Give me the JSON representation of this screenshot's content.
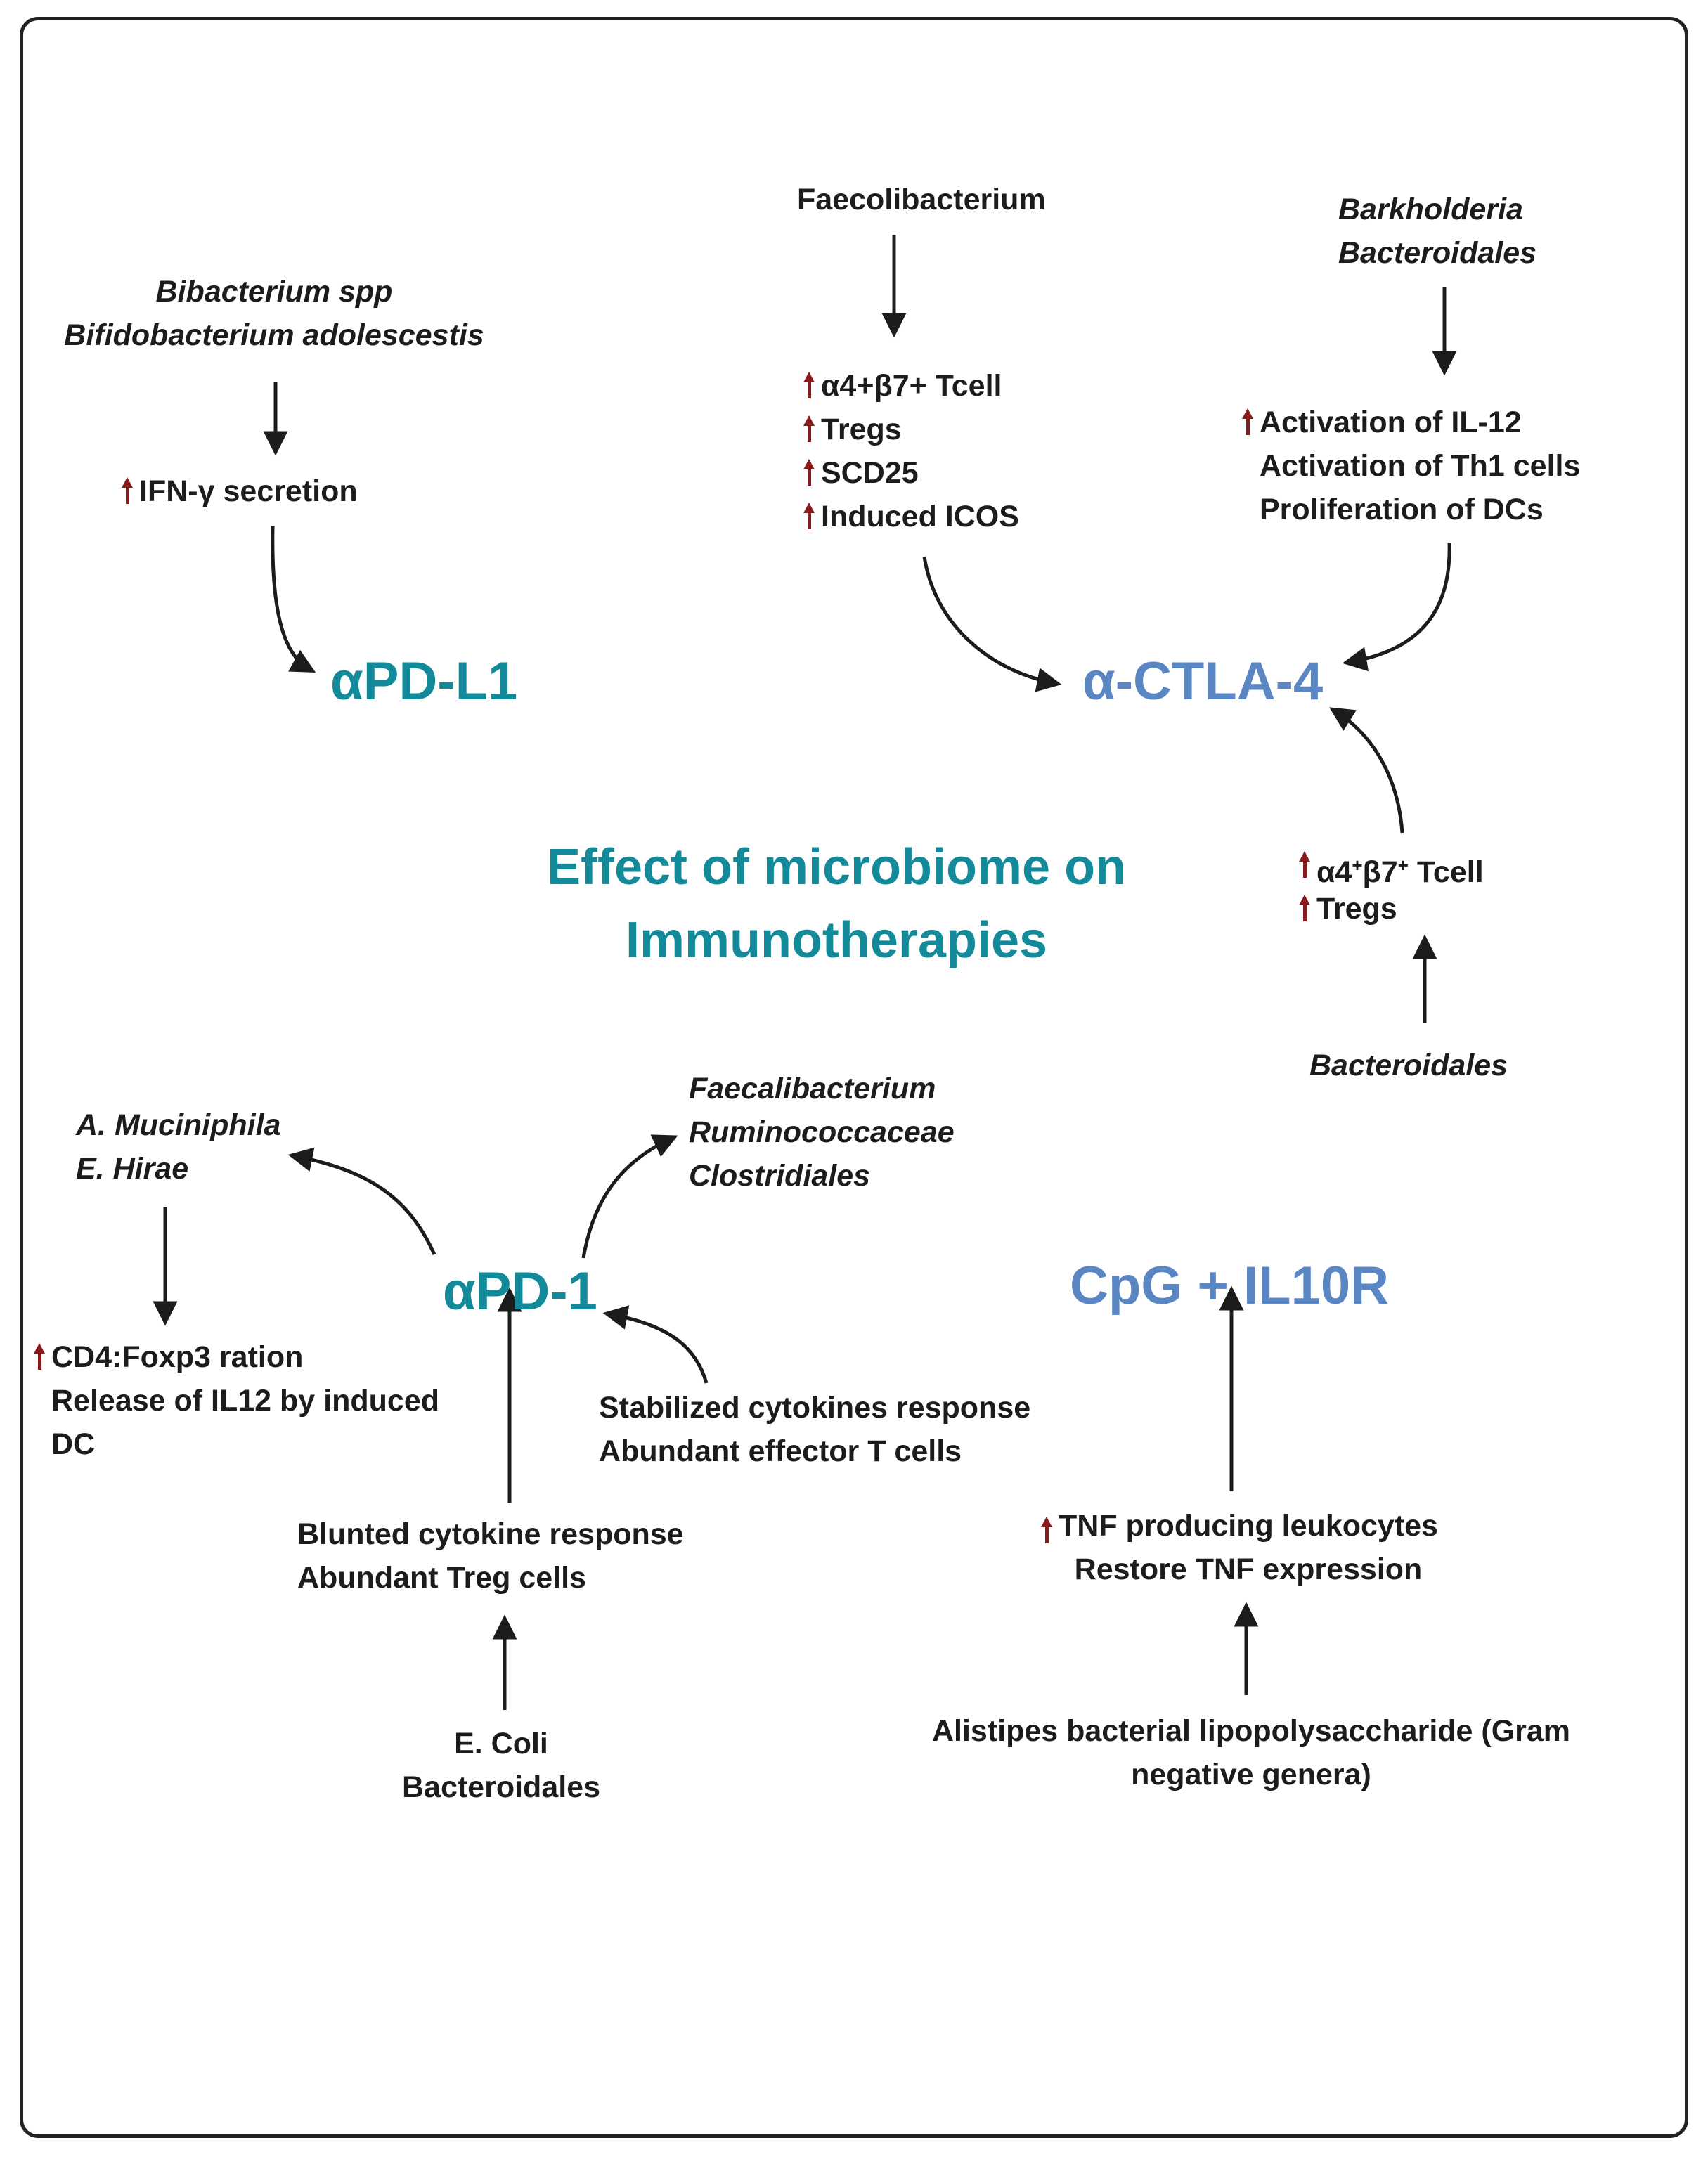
{
  "title": {
    "line1": "Effect of microbiome on",
    "line2": "Immunotherapies"
  },
  "targets": {
    "pdl1": "αPD-L1",
    "ctla4": "α-CTLA-4",
    "pd1": "αPD-1",
    "cpg": "CpG + IL10R"
  },
  "pdl1": {
    "bacteria": [
      "Bibacterium spp",
      "Bifidobacterium adolescestis"
    ],
    "effects": [
      "IFN-γ secretion"
    ]
  },
  "ctla4": {
    "group1_bacteria": [
      "Faecolibacterium"
    ],
    "group1_effects": [
      "α4+β7+ Tcell",
      "Tregs",
      "SCD25",
      "Induced ICOS"
    ],
    "group2_bacteria": [
      "Barkholderia",
      "Bacteroidales"
    ],
    "group2_effects": [
      "Activation of IL-12",
      "Activation of Th1 cells",
      "Proliferation of DCs"
    ],
    "group3_effects": {
      "line1_a": "α4",
      "line1_sup1": "+",
      "line1_b": "β7",
      "line1_sup2": "+",
      "line1_c": " Tcell",
      "line2": "Tregs"
    },
    "group3_bacteria": [
      "Bacteroidales"
    ]
  },
  "pd1": {
    "bacteria_left": [
      "A. Muciniphila",
      "E. Hirae"
    ],
    "effects_left": [
      "CD4:Foxp3 ration",
      "Release of IL12 by induced",
      "DC"
    ],
    "bacteria_right": [
      "Faecalibacterium",
      "Ruminococcaceae",
      "Clostridiales"
    ],
    "stabilized": [
      "Stabilized cytokines response",
      "Abundant effector T cells"
    ],
    "blunted": [
      "Blunted cytokine response",
      "Abundant Treg cells"
    ],
    "bacteria_bottom": [
      "E. Coli",
      "Bacteroidales"
    ]
  },
  "cpg": {
    "effects": [
      "TNF producing leukocytes",
      "Restore TNF expression"
    ],
    "bacteria": [
      "Alistipes bacterial lipopolysaccharide (Gram",
      "negative genera)"
    ]
  },
  "colors": {
    "teal": "#138a99",
    "blue": "#5b86c4",
    "increase_arrow": "#8b1a1a",
    "text": "#1c1c1c"
  }
}
